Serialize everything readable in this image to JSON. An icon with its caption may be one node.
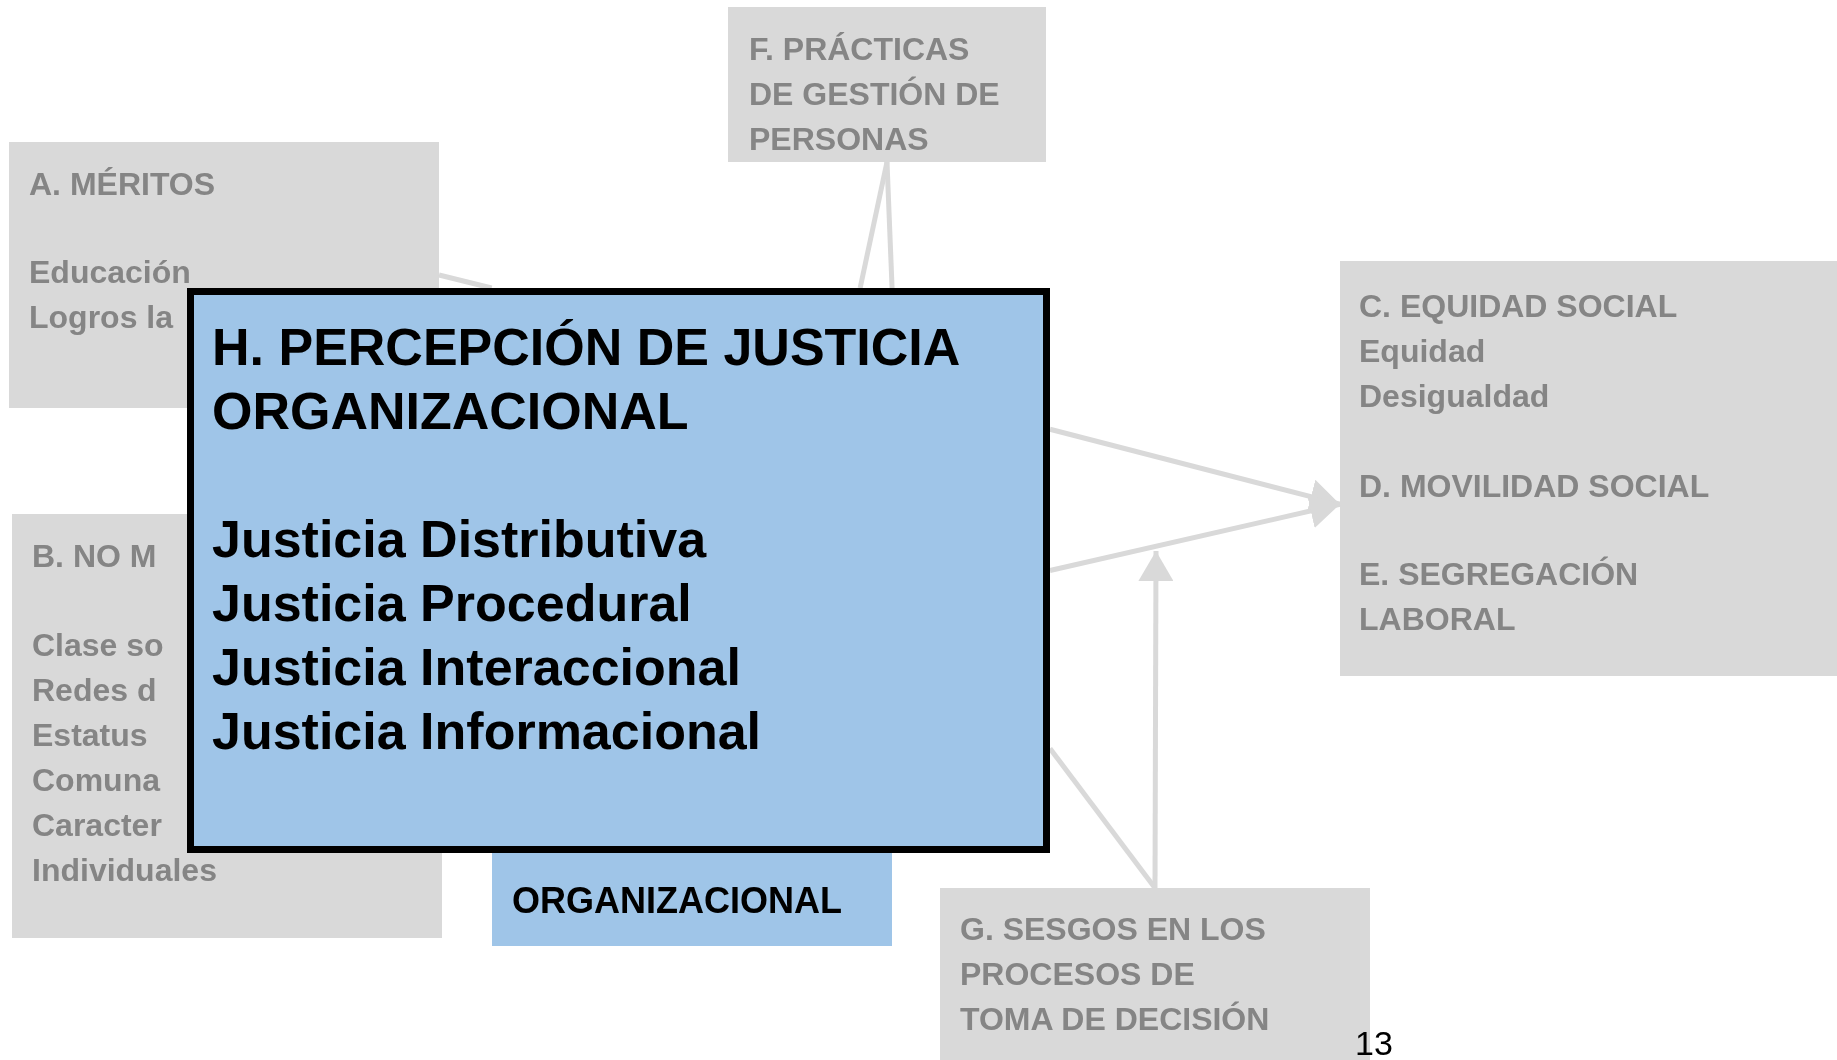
{
  "diagram": {
    "nodes": [
      {
        "text": [
          "F. PRÁCTICAS DE GESTIÓN DE PERSONAS"
        ]
      },
      {
        "text": [
          "A. MÉRITOS",
          "Educación",
          "Logros la"
        ]
      },
      {
        "text": [
          "C. EQUIDAD SOCIAL",
          "Equidad",
          "Desigualdad",
          "D. MOVILIDAD SOCIAL",
          "E. SEGREGACIÓN LABORAL"
        ]
      },
      {
        "text": [
          "B. NO M",
          "Clase so",
          "Redes d",
          "Estatus",
          "Comuna",
          "Caracter",
          "Individuales"
        ]
      },
      {
        "text": [
          "ORGANIZACIONAL"
        ]
      },
      {
        "text": [
          "G. SESGOS EN LOS PROCESOS DE TOMA DE DECISIÓN"
        ]
      },
      {
        "text": [
          "H. PERCEPCIÓN DE JUSTICIA ORGANIZACIONAL",
          "Justicia Distributiva",
          "Justicia Procedural",
          "Justicia Interaccional",
          "Justicia Informacional"
        ]
      }
    ],
    "edges": [
      {
        "from": 1,
        "to": 6,
        "arrow": "none"
      },
      {
        "from": 0,
        "to": 6,
        "arrow": "none"
      },
      {
        "from": 0,
        "to": 6,
        "arrow": "none"
      },
      {
        "from": 6,
        "to": 2,
        "arrow": "to"
      },
      {
        "from": 6,
        "to": 2,
        "arrow": "to"
      },
      {
        "from": 5,
        "to": 6,
        "arrow": "none"
      },
      {
        "from": 5,
        "to": null,
        "arrow": "to"
      }
    ],
    "labels": [
      "13"
    ]
  }
}
